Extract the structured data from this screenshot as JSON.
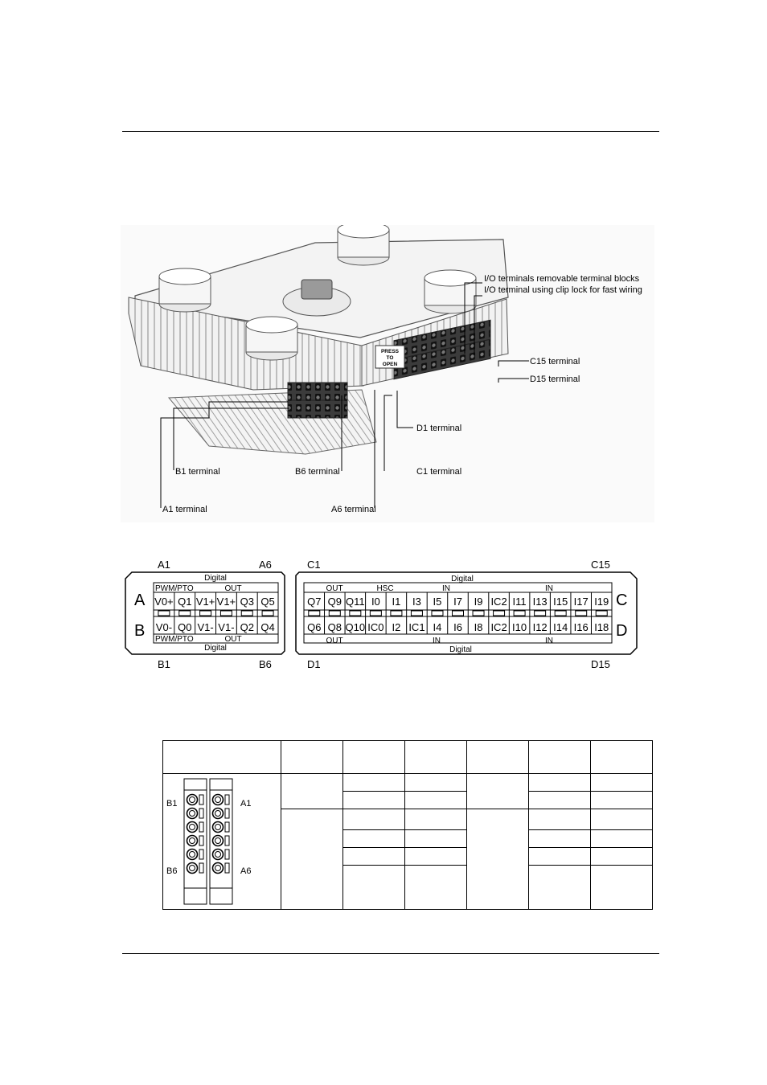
{
  "callouts": {
    "io_removable": "I/O terminals removable terminal blocks",
    "io_clip_lock": "I/O terminal using clip lock for fast wiring",
    "c15": "C15 terminal",
    "d15": "D15 terminal",
    "d1": "D1 terminal",
    "c1": "C1 terminal",
    "b1": "B1 terminal",
    "b6": "B6 terminal",
    "a1": "A1 terminal",
    "a6": "A6 terminal",
    "press_to_open": [
      "PRESS",
      "TO",
      "OPEN"
    ]
  },
  "diagram": {
    "corners": {
      "a1": "A1",
      "a6": "A6",
      "b1": "B1",
      "b6": "B6",
      "c1": "C1",
      "c15": "C15",
      "d1": "D1",
      "d15": "D15"
    },
    "row_letters": {
      "a": "A",
      "b": "B",
      "c": "C",
      "d": "D"
    },
    "left_block": {
      "top_group": "Digital",
      "top_sub": [
        "PWM/PTO",
        "OUT"
      ],
      "row_a": [
        "V0+",
        "Q1",
        "V1+",
        "V1+",
        "Q3",
        "Q5"
      ],
      "row_b": [
        "V0-",
        "Q0",
        "V1-",
        "V1-",
        "Q2",
        "Q4"
      ],
      "bottom_sub": [
        "PWM/PTO",
        "OUT"
      ],
      "bottom_group": "Digital"
    },
    "right_block": {
      "top_group": "Digital",
      "top_sub": [
        "OUT",
        "HSC",
        "IN",
        "IN"
      ],
      "row_c": [
        "Q7",
        "Q9",
        "Q11",
        "I0",
        "I1",
        "I3",
        "I5",
        "I7",
        "I9",
        "IC2",
        "I11",
        "I13",
        "I15",
        "I17",
        "I19"
      ],
      "row_d": [
        "Q6",
        "Q8",
        "Q10",
        "IC0",
        "I2",
        "IC1",
        "I4",
        "I6",
        "I8",
        "IC2",
        "I10",
        "I12",
        "I14",
        "I16",
        "I18"
      ],
      "bottom_sub": [
        "OUT",
        "IN",
        "IN"
      ],
      "bottom_group": "Digital"
    }
  },
  "connector": {
    "b1": "B1",
    "a1": "A1",
    "b6": "B6",
    "a6": "A6"
  }
}
